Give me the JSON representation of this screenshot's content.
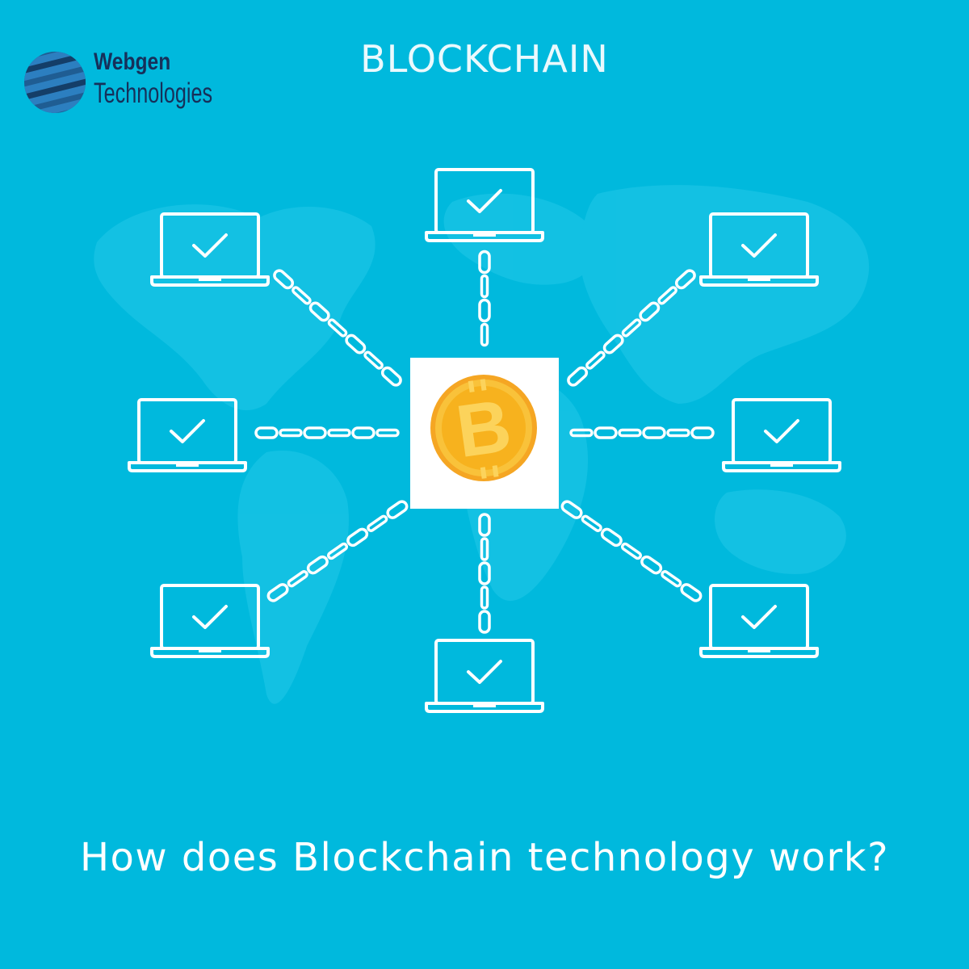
{
  "header": {
    "title": "BLOCKCHAIN"
  },
  "logo": {
    "name": "Webgen",
    "subtitle": "Technologies"
  },
  "footer": {
    "caption": "How does Blockchain technology work?"
  },
  "diagram": {
    "center": {
      "symbol": "B",
      "icon": "bitcoin-coin-icon"
    },
    "nodes": [
      {
        "id": "top",
        "icon": "laptop-check-icon"
      },
      {
        "id": "top-right",
        "icon": "laptop-check-icon"
      },
      {
        "id": "right",
        "icon": "laptop-check-icon"
      },
      {
        "id": "bottom-right",
        "icon": "laptop-check-icon"
      },
      {
        "id": "bottom",
        "icon": "laptop-check-icon"
      },
      {
        "id": "bottom-left",
        "icon": "laptop-check-icon"
      },
      {
        "id": "left",
        "icon": "laptop-check-icon"
      },
      {
        "id": "top-left",
        "icon": "laptop-check-icon"
      }
    ],
    "link_icon": "chain-icon"
  },
  "colors": {
    "background": "#00b9dd",
    "line": "#ffffff",
    "coin": "#f7b21e",
    "coin_inner": "#f9c23a",
    "logo_dark": "#16305a"
  }
}
